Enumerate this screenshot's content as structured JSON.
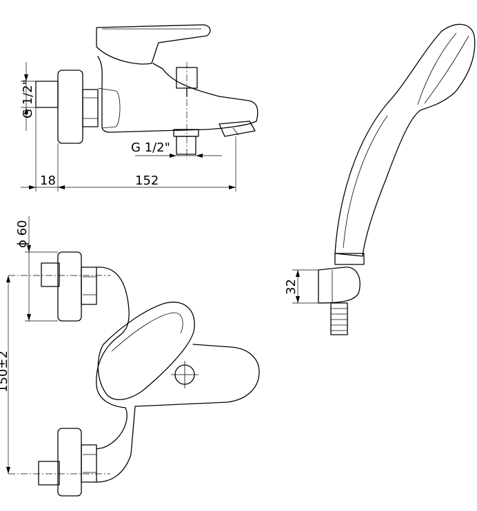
{
  "dimensions": {
    "side_thread": "G 1/2\"",
    "outlet_thread": "G 1/2\"",
    "offset": "18",
    "length": "152",
    "rosette_diameter": "ϕ 60",
    "center_distance": "150±2",
    "holder_height": "32"
  }
}
